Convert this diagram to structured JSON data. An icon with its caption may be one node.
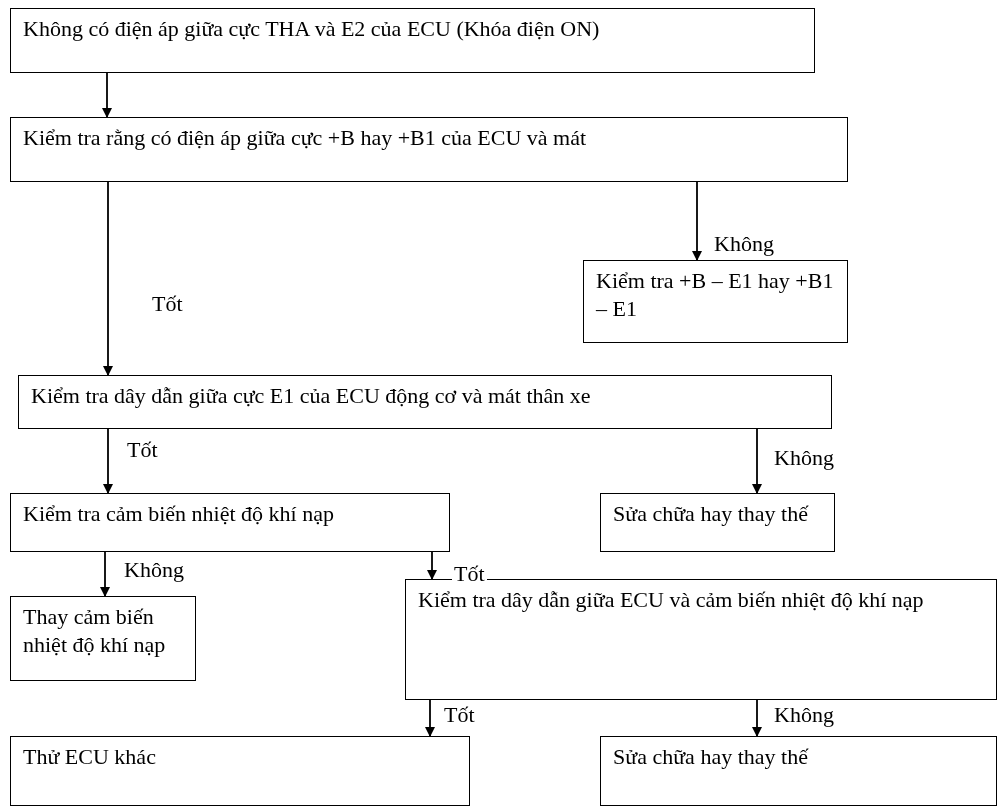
{
  "diagram": {
    "nodes": [
      {
        "text": [
          "Không có điện áp giữa cực THA và E2 của ECU (Khóa điện ON)"
        ]
      },
      {
        "text": [
          "Kiểm tra rằng có điện áp giữa cực +B hay +B1 của ECU và mát"
        ]
      },
      {
        "text": [
          "Kiểm tra +B – E1 hay +B1 – E1"
        ]
      },
      {
        "text": [
          "Kiểm tra dây dẫn giữa cực E1 của ECU động cơ và mát thân xe"
        ]
      },
      {
        "text": [
          "Kiểm tra cảm biến nhiệt độ khí nạp"
        ]
      },
      {
        "text": [
          "Sửa chữa hay thay thế"
        ]
      },
      {
        "text": [
          "Thay cảm biến nhiệt độ khí nạp"
        ]
      },
      {
        "text": [
          "Kiểm tra dây dẫn giữa ECU và cảm biến nhiệt độ khí nạp"
        ]
      },
      {
        "text": [
          "Thử ECU khác"
        ]
      },
      {
        "text": [
          "Sửa chữa hay thay thế"
        ]
      }
    ],
    "edges": [
      {
        "from": 0,
        "to": 1,
        "arrow": "to"
      },
      {
        "from": 1,
        "to": 2,
        "arrow": "to",
        "label": "Không"
      },
      {
        "from": 1,
        "to": 3,
        "arrow": "to",
        "label": "Tốt"
      },
      {
        "from": 3,
        "to": 4,
        "arrow": "to",
        "label": "Tốt"
      },
      {
        "from": 3,
        "to": 5,
        "arrow": "to",
        "label": "Không"
      },
      {
        "from": 4,
        "to": 6,
        "arrow": "to",
        "label": "Không"
      },
      {
        "from": 4,
        "to": 7,
        "arrow": "to",
        "label": "Tốt"
      },
      {
        "from": 7,
        "to": 8,
        "arrow": "to",
        "label": "Tốt"
      },
      {
        "from": 7,
        "to": 9,
        "arrow": "to",
        "label": "Không"
      }
    ]
  }
}
